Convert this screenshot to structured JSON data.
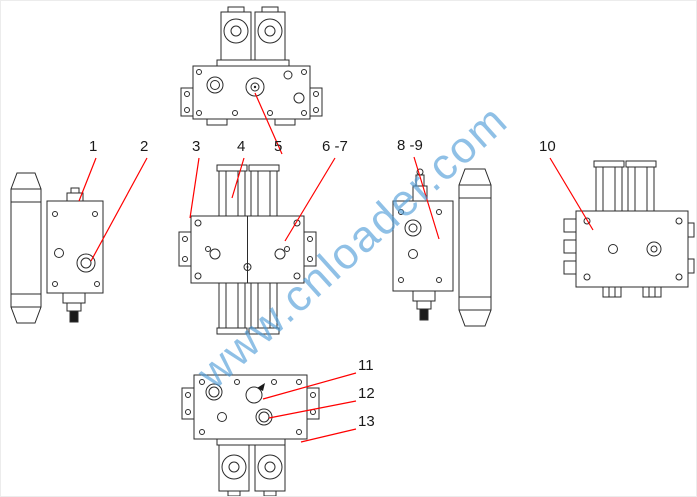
{
  "diagram": {
    "watermark": {
      "text": "www.cnloader.com",
      "color": "#4c9bd7"
    },
    "leader_color": "#ff0000",
    "line_color": "#2b2b2b",
    "callouts": [
      {
        "label": "1"
      },
      {
        "label": "2"
      },
      {
        "label": "3"
      },
      {
        "label": "4"
      },
      {
        "label": "5"
      },
      {
        "label": "6 -7"
      },
      {
        "label": "8 -9"
      },
      {
        "label": "10"
      },
      {
        "label": "11"
      },
      {
        "label": "12"
      },
      {
        "label": "13"
      }
    ]
  }
}
